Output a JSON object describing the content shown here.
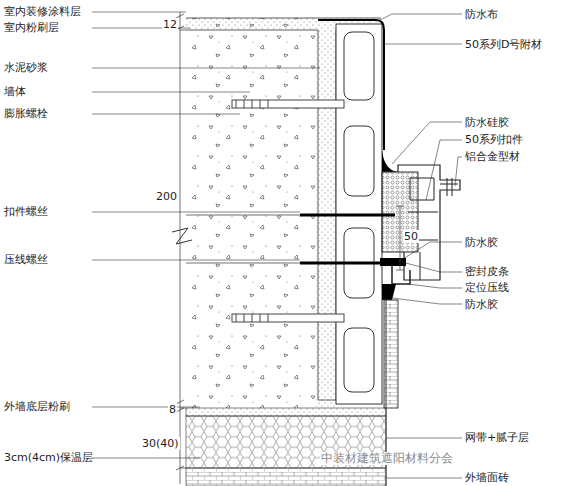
{
  "diagram": {
    "labels": [
      "室内装修涂料层",
      "室内粉刷层",
      "水泥砂浆",
      "墙体",
      "膨胀螺栓",
      "扣件螺丝",
      "压线螺丝",
      "外墙底层粉刷",
      "3cm(4cm)保温层",
      "防水布",
      "50系列D号附材",
      "防水硅胶",
      "50系列扣件",
      "铝合金型材",
      "防水胶",
      "密封皮条",
      "定位压线",
      "防水胶",
      "网带+腻子层",
      "外墙面砖",
      "12",
      "200",
      "8",
      "30(40)",
      "50",
      "中装材建筑遮阳材料分会"
    ]
  }
}
